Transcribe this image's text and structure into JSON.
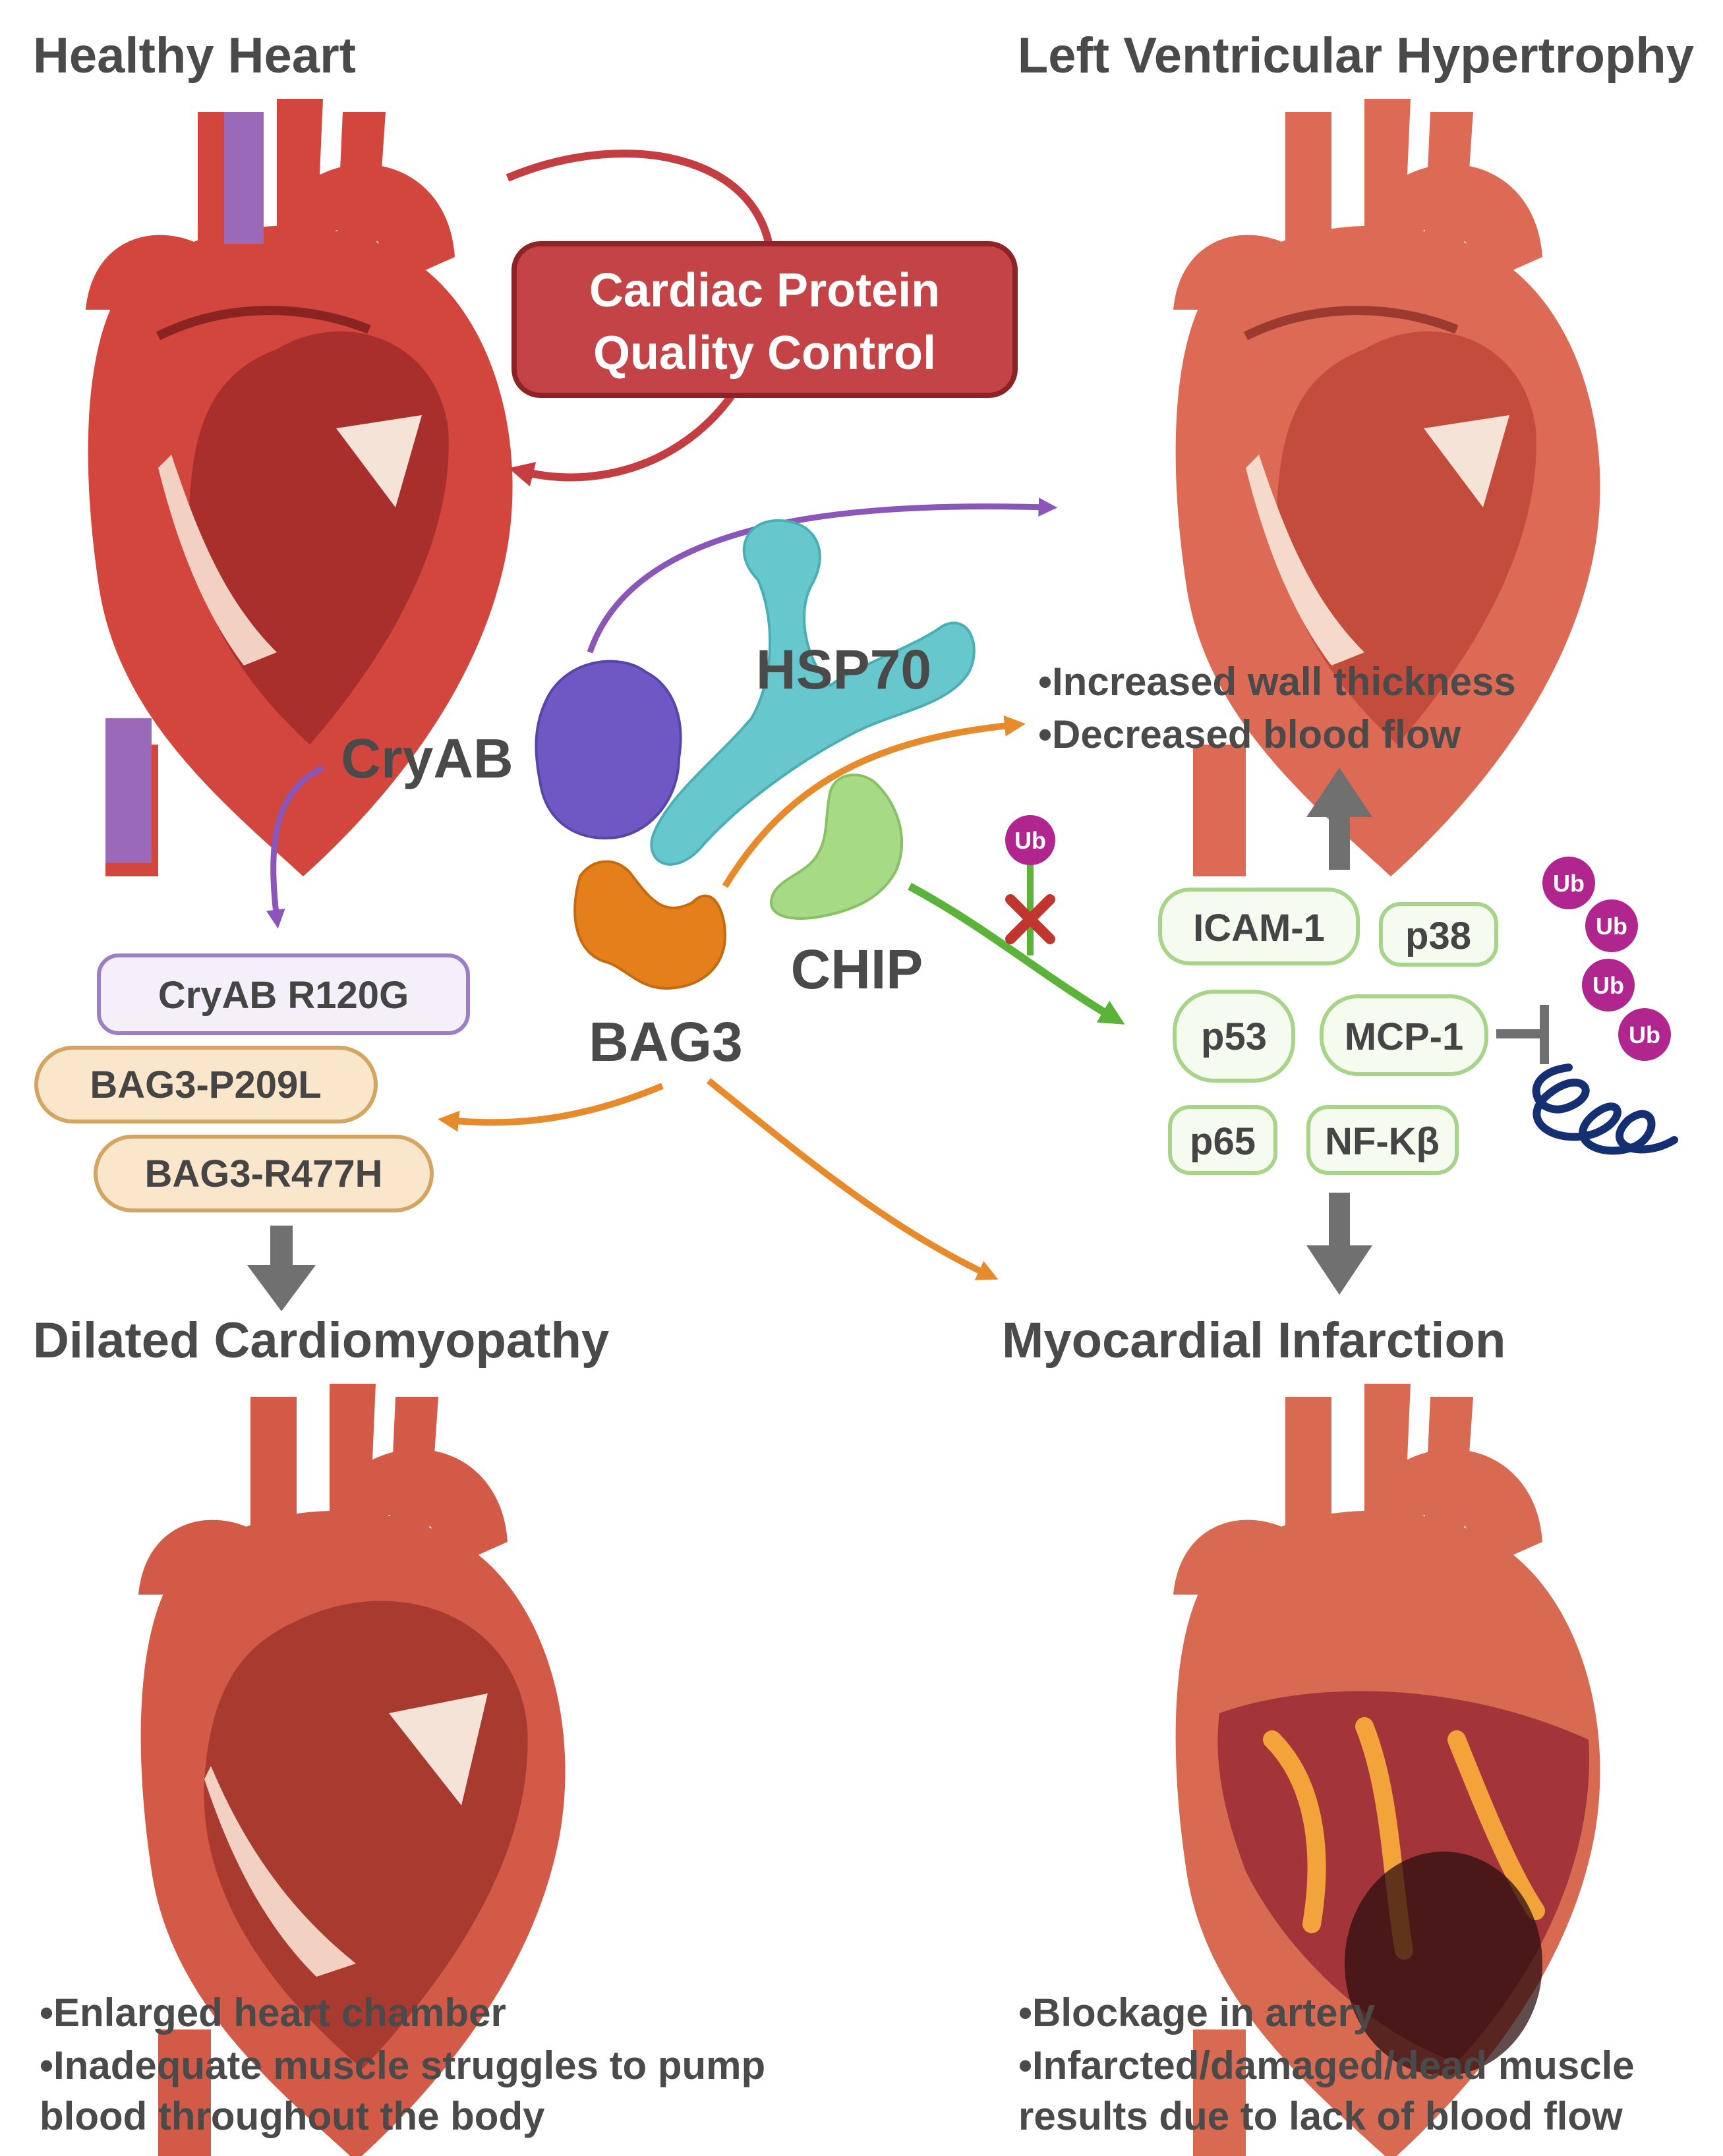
{
  "panels": {
    "healthy": {
      "title": "Healthy Heart"
    },
    "lvh": {
      "title": "Left Ventricular Hypertrophy",
      "bullets": [
        "•Increased wall thickness",
        "•Decreased blood flow"
      ]
    },
    "dcm": {
      "title": "Dilated Cardiomyopathy",
      "bullets": [
        "•Enlarged heart chamber",
        "•Inadequate muscle struggles to pump",
        "blood throughout the body"
      ]
    },
    "mi": {
      "title": "Myocardial Infarction",
      "bullets": [
        "•Blockage in artery",
        "•Infarcted/damaged/dead muscle",
        "results due to lack of blood flow"
      ]
    }
  },
  "quality_control": {
    "line1": "Cardiac Protein",
    "line2": "Quality Control"
  },
  "proteins": {
    "hsp70": "HSP70",
    "cryab": "CryAB",
    "bag3": "BAG3",
    "chip": "CHIP"
  },
  "mutations": [
    "CryAB R120G",
    "BAG3-P209L",
    "BAG3-R477H"
  ],
  "signaling": [
    "ICAM-1",
    "p38",
    "p53",
    "MCP-1",
    "p65",
    "NF-Kβ"
  ],
  "ubiquitin": "Ub",
  "colors": {
    "purple": "#8a56b8",
    "orange": "#e78a2b",
    "green": "#5bb33a",
    "red": "#c43d40",
    "gray": "#707070",
    "ub": "#b1258f"
  }
}
